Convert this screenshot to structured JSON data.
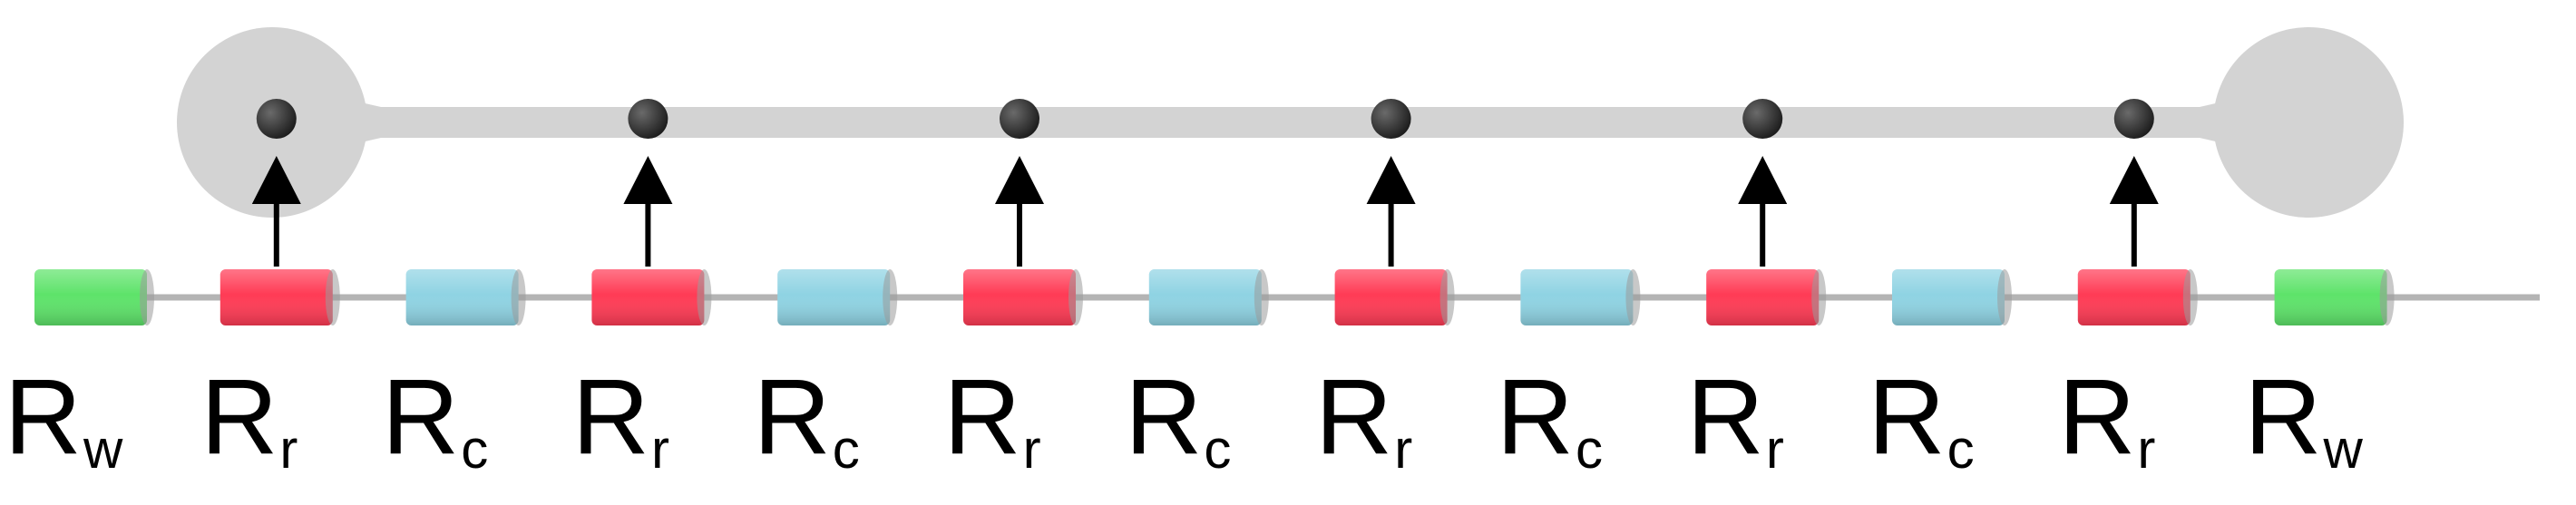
{
  "colors": {
    "background": "#ffffff",
    "membrane": "#d3d3d3",
    "bead": "#3a3a3a",
    "arrow": "#000000",
    "chain_line": "#b4b4b4",
    "wall_segment": "#5ee36a",
    "rigid_segment": "#ff3b55",
    "coil_segment": "#8fd3e3",
    "connector_bead": "#c8c8c8"
  },
  "icons": {
    "anchor_bead": "sphere-bead-icon",
    "arrow": "up-arrow-icon"
  },
  "segments": [
    {
      "kind": "wall",
      "main": "R",
      "sub": "w"
    },
    {
      "kind": "rigid",
      "main": "R",
      "sub": "r"
    },
    {
      "kind": "coil",
      "main": "R",
      "sub": "c"
    },
    {
      "kind": "rigid",
      "main": "R",
      "sub": "r"
    },
    {
      "kind": "coil",
      "main": "R",
      "sub": "c"
    },
    {
      "kind": "rigid",
      "main": "R",
      "sub": "r"
    },
    {
      "kind": "coil",
      "main": "R",
      "sub": "c"
    },
    {
      "kind": "rigid",
      "main": "R",
      "sub": "r"
    },
    {
      "kind": "coil",
      "main": "R",
      "sub": "c"
    },
    {
      "kind": "rigid",
      "main": "R",
      "sub": "r"
    },
    {
      "kind": "coil",
      "main": "R",
      "sub": "c"
    },
    {
      "kind": "rigid",
      "main": "R",
      "sub": "r"
    },
    {
      "kind": "wall",
      "main": "R",
      "sub": "w"
    }
  ]
}
